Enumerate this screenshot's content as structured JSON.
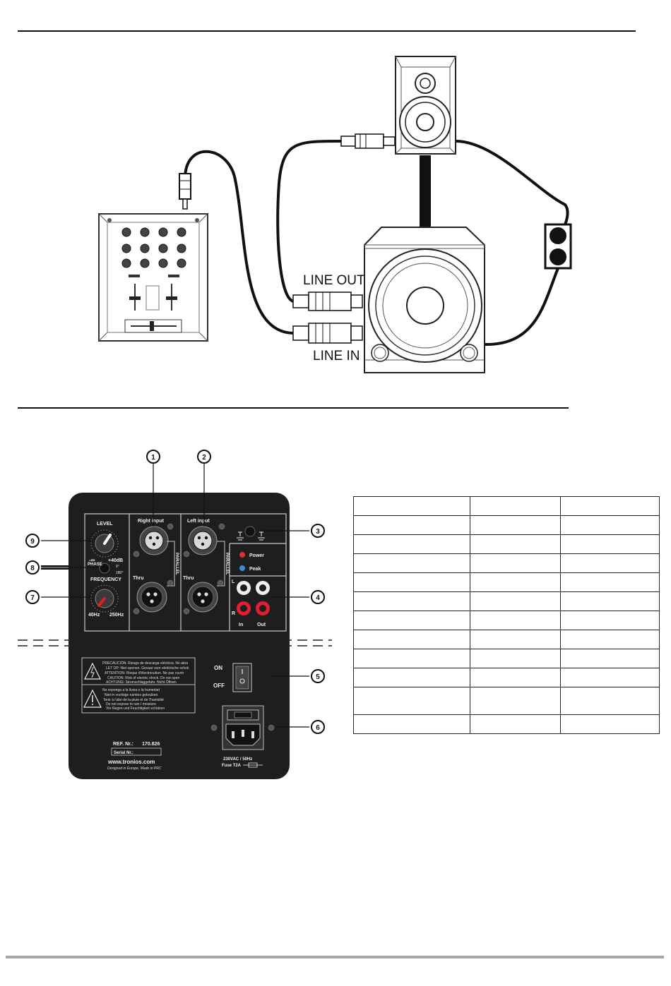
{
  "connection_diagram": {
    "line_out_label": "LINE OUT",
    "line_in_label": "LINE IN"
  },
  "rear_panel": {
    "callouts": [
      "1",
      "2",
      "3",
      "4",
      "5",
      "6",
      "7",
      "8",
      "9"
    ],
    "right_input_label": "Right input",
    "left_input_label": "Left input",
    "thru_label": "Thru",
    "parallel_label": "PARALLEL",
    "level_label": "LEVEL",
    "level_min": "-∞",
    "level_max": "+40dB",
    "phase_label": "PHASE",
    "phase_0": "0°",
    "phase_180": "180°",
    "frequency_label": "FREQUENCY",
    "freq_min": "40Hz",
    "freq_max": "250Hz",
    "power_led": "Power",
    "peak_led": "Peak",
    "rca_l": "L",
    "rca_r": "R",
    "rca_in": "In",
    "rca_out": "Out",
    "switch_on": "ON",
    "switch_off": "OFF",
    "warning_lines_1": [
      "PRECAUCIÓN: Riesgo de descarga eléctrica. No abra",
      "LET OP: Niet openen. Gevaar voor elektrische schok",
      "ATTENTION: Risque d'électrocution. Ne pas ouvrir",
      "CAUTION: Risk of electric shock. Do not open",
      "ACHTUNG: Stromschlaggefahr. Nicht Öffnen"
    ],
    "warning_lines_2": [
      "No exponga a la lluvia o la humedad",
      "Niet in vochtige ruimtes gebruiken",
      "Tenir à l'abri de la pluie et de l'humidité",
      "Do not expose to rain / moisture",
      "Vor Regen und Feuchtigkeit schützen"
    ],
    "ref_label": "REF. Nr.:",
    "ref_value": "170.826",
    "serial_label": "Serial Nr.:",
    "website": "www.tronios.com",
    "origin": "Designed in Europe, Made in PRC",
    "mains_label": "230VAC / 50Hz",
    "fuse_label": "Fuse T2A"
  },
  "spec_table": {
    "rows": 12,
    "columns": 3
  }
}
